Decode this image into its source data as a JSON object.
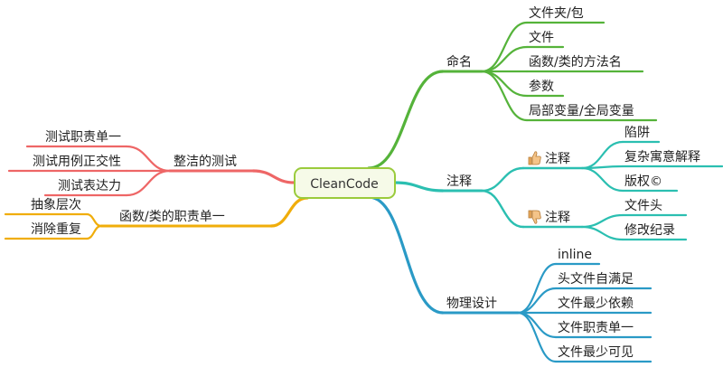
{
  "root": {
    "label": "CleanCode",
    "color": "#9acb3c"
  },
  "branches": [
    {
      "label": "命名",
      "color": "#55b33a",
      "children": [
        "文件夹/包",
        "文件",
        "函数/类的方法名",
        "参数",
        "局部变量/全局变量"
      ]
    },
    {
      "label": "注释",
      "icon": "thumbs-up-icon",
      "color": "#2bbfb1",
      "children": [
        "陷阱",
        "复杂寓意解释",
        "版权©"
      ]
    },
    {
      "label": "注释",
      "icon": "thumbs-down-icon",
      "color": "#2bbfb1",
      "children": [
        "文件头",
        "修改纪录"
      ]
    },
    {
      "label": "注释",
      "color": "#2bbfb1"
    },
    {
      "label": "物理设计",
      "color": "#2a9ac6",
      "children": [
        "inline",
        "头文件自满足",
        "文件最少依赖",
        "文件职责单一",
        "文件最少可见"
      ]
    },
    {
      "label": "整洁的测试",
      "color": "#ee6666",
      "children": [
        "测试职责单一",
        "测试用例正交性",
        "测试表达力"
      ]
    },
    {
      "label": "函数/类的职责单一",
      "color": "#f0ad0a",
      "children": [
        "抽象层次",
        "消除重复"
      ]
    }
  ]
}
